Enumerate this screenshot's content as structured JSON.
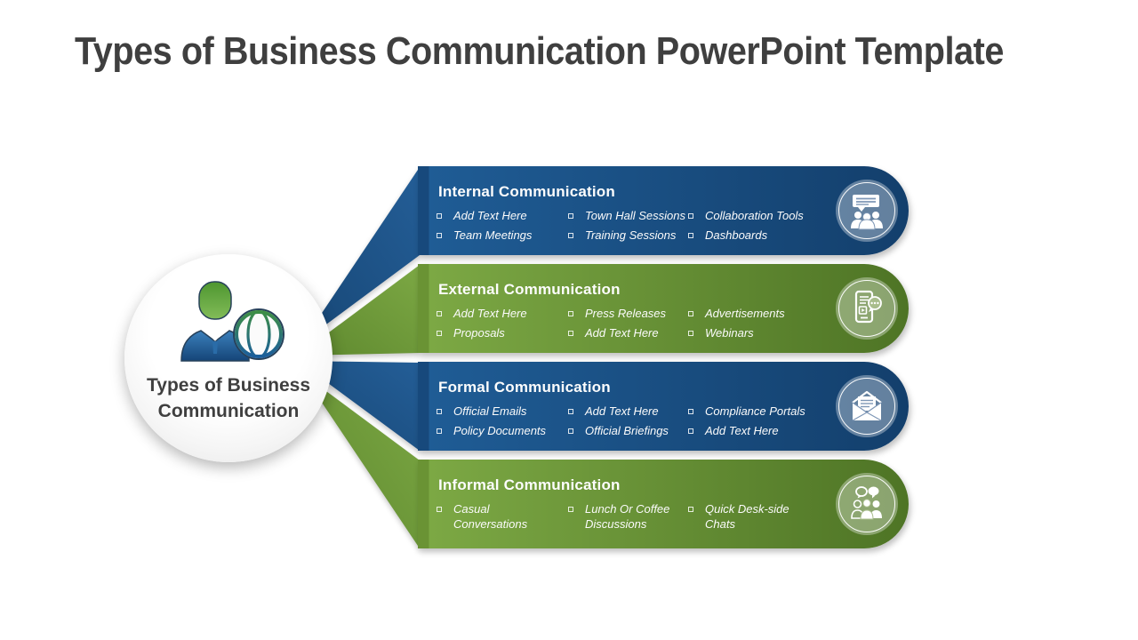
{
  "slide": {
    "title": "Types of Business Communication PowerPoint Template",
    "background": "#FFFFFF"
  },
  "hub": {
    "label_line1": "Types of Business",
    "label_line2": "Communication",
    "icon": "businessman-globe-icon"
  },
  "colors": {
    "blue": "#1F5C95",
    "blue_dark": "#133F6C",
    "green": "#7CA844",
    "green_dark": "#4E7425",
    "title_text": "#3F3F3F",
    "banner_text": "#FFFFFF"
  },
  "banners": [
    {
      "title": "Internal Communication",
      "theme": "blue",
      "icon": "meeting-presentation-icon",
      "columns": [
        [
          "Add Text Here",
          "Team Meetings"
        ],
        [
          "Town Hall Sessions",
          "Training Sessions"
        ],
        [
          "Collaboration Tools",
          "Dashboards"
        ]
      ]
    },
    {
      "title": "External Communication",
      "theme": "green",
      "icon": "mobile-broadcast-icon",
      "columns": [
        [
          "Add Text Here",
          "Proposals"
        ],
        [
          "Press Releases",
          "Add Text Here"
        ],
        [
          "Advertisements",
          "Webinars"
        ]
      ]
    },
    {
      "title": "Formal Communication",
      "theme": "blue",
      "icon": "open-envelope-icon",
      "columns": [
        [
          "Official Emails",
          "Policy Documents"
        ],
        [
          "Add Text Here",
          "Official Briefings"
        ],
        [
          "Compliance Portals",
          "Add Text Here"
        ]
      ]
    },
    {
      "title": "Informal Communication",
      "theme": "green",
      "icon": "people-chat-icon",
      "columns": [
        [
          "Casual Conversations"
        ],
        [
          "Lunch Or Coffee Discussions"
        ],
        [
          "Quick Desk-side Chats"
        ]
      ]
    }
  ]
}
